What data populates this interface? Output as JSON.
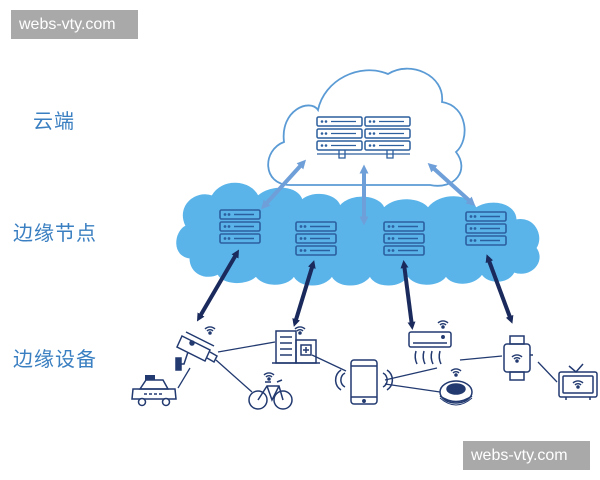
{
  "watermarks": {
    "top": "webs-vty.com",
    "bottom": "webs-vty.com"
  },
  "layers": {
    "cloud": "云端",
    "edge_node": "边缘节点",
    "edge_device": "边缘设备"
  },
  "colors": {
    "label": "#3a7fc1",
    "cloud_outline": "#5b9bd5",
    "edge_cloud_fill": "#5ab4ea",
    "server_stroke": "#2c5f9e",
    "light_arrow": "#6f9fd8",
    "dark_arrow": "#1b2a5c",
    "device_stroke": "#223a70",
    "watermark_bg": "#a9a9a9"
  },
  "devices": [
    "taxi-icon",
    "security-camera-icon",
    "smart-building-icon",
    "bicycle-icon",
    "smartphone-icon",
    "air-conditioner-icon",
    "robot-vacuum-icon",
    "smartwatch-icon",
    "smart-tv-icon"
  ]
}
